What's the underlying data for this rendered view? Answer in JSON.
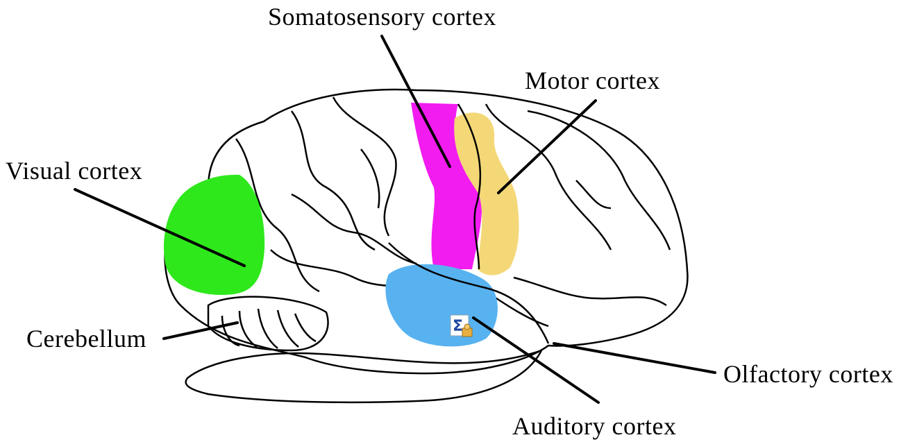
{
  "labels": {
    "somatosensory": "Somatosensory cortex",
    "motor": "Motor cortex",
    "visual": "Visual cortex",
    "cerebellum": "Cerebellum",
    "olfactory": "Olfactory cortex",
    "auditory": "Auditory cortex"
  },
  "region_colors": {
    "visual": "#2ee81c",
    "somatosensory": "#f21cf0",
    "motor": "#f4d878",
    "auditory": "#58b2f0"
  },
  "icons": {
    "center": "sigma-icon"
  }
}
